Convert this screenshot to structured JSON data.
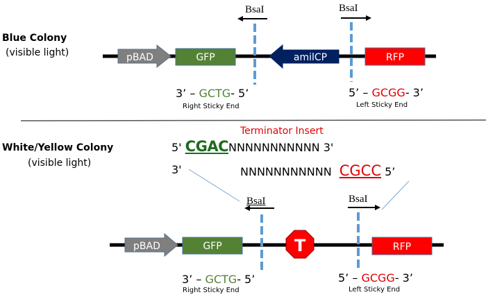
{
  "colors": {
    "backbone": "#000000",
    "promoter": "#7f7f7f",
    "gfp": "#548235",
    "amilcp": "#002060",
    "rfp": "#ff0000",
    "cut_site": "#5b9bd5",
    "green_seq": "#548235",
    "dark_green_seq": "#1e6b1e",
    "red_seq": "#e00000",
    "terminator": "#ff0000"
  },
  "top": {
    "title": "Blue Colony",
    "subtitle": "(visible light)",
    "parts": {
      "promoter": "pBAD",
      "gene1": "GFP",
      "gene2": "amilCP",
      "gene3": "RFP"
    },
    "enzyme_left": "BsaI",
    "enzyme_right": "BsaI",
    "right_sticky": {
      "prefix": "3’ – ",
      "seq": "GCTG",
      "suffix": "- 5’",
      "caption": "Right Sticky End"
    },
    "left_sticky": {
      "prefix": "5’ – ",
      "seq": "GCGG",
      "suffix": "- 3’",
      "caption": "Left Sticky End"
    }
  },
  "bottom": {
    "title": "White/Yellow Colony",
    "subtitle": "(visible light)",
    "insert_label": "Terminator Insert",
    "top_strand": {
      "five_prime": "5'",
      "overhang": "CGAC",
      "body": "NNNNNNNNNNN",
      "three_prime": "3'"
    },
    "bottom_strand": {
      "three_prime": "3'",
      "body": "NNNNNNNNNNN",
      "overhang": "CGCC",
      "five_prime": "5’"
    },
    "parts": {
      "promoter": "pBAD",
      "gene1": "GFP",
      "terminator": "T",
      "gene3": "RFP"
    },
    "enzyme_left": "BsaI",
    "enzyme_right": "BsaI",
    "right_sticky": {
      "prefix": "3’ – ",
      "seq": "GCTG",
      "suffix": "- 5’",
      "caption": "Right Sticky End"
    },
    "left_sticky": {
      "prefix": "5’ – ",
      "seq": "GCGG",
      "suffix": "- 3’",
      "caption": "Left Sticky End"
    }
  }
}
